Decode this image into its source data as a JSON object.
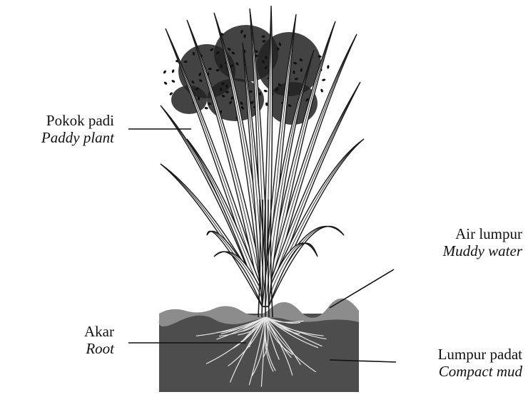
{
  "labels": {
    "paddy_plant": {
      "malay": "Pokok padi",
      "english": "Paddy plant"
    },
    "muddy_water": {
      "malay": "Air lumpur",
      "english": "Muddy water"
    },
    "root": {
      "malay": "Akar",
      "english": "Root"
    },
    "compact_mud": {
      "malay": "Lumpur padat",
      "english": "Compact mud"
    }
  },
  "colors": {
    "mud": "#4d4d4d",
    "water": "#8c8c8c",
    "leaf_outline": "#1a1a1a",
    "leaf_fill": "#f2f2f2",
    "root": "#e6e6e6"
  }
}
